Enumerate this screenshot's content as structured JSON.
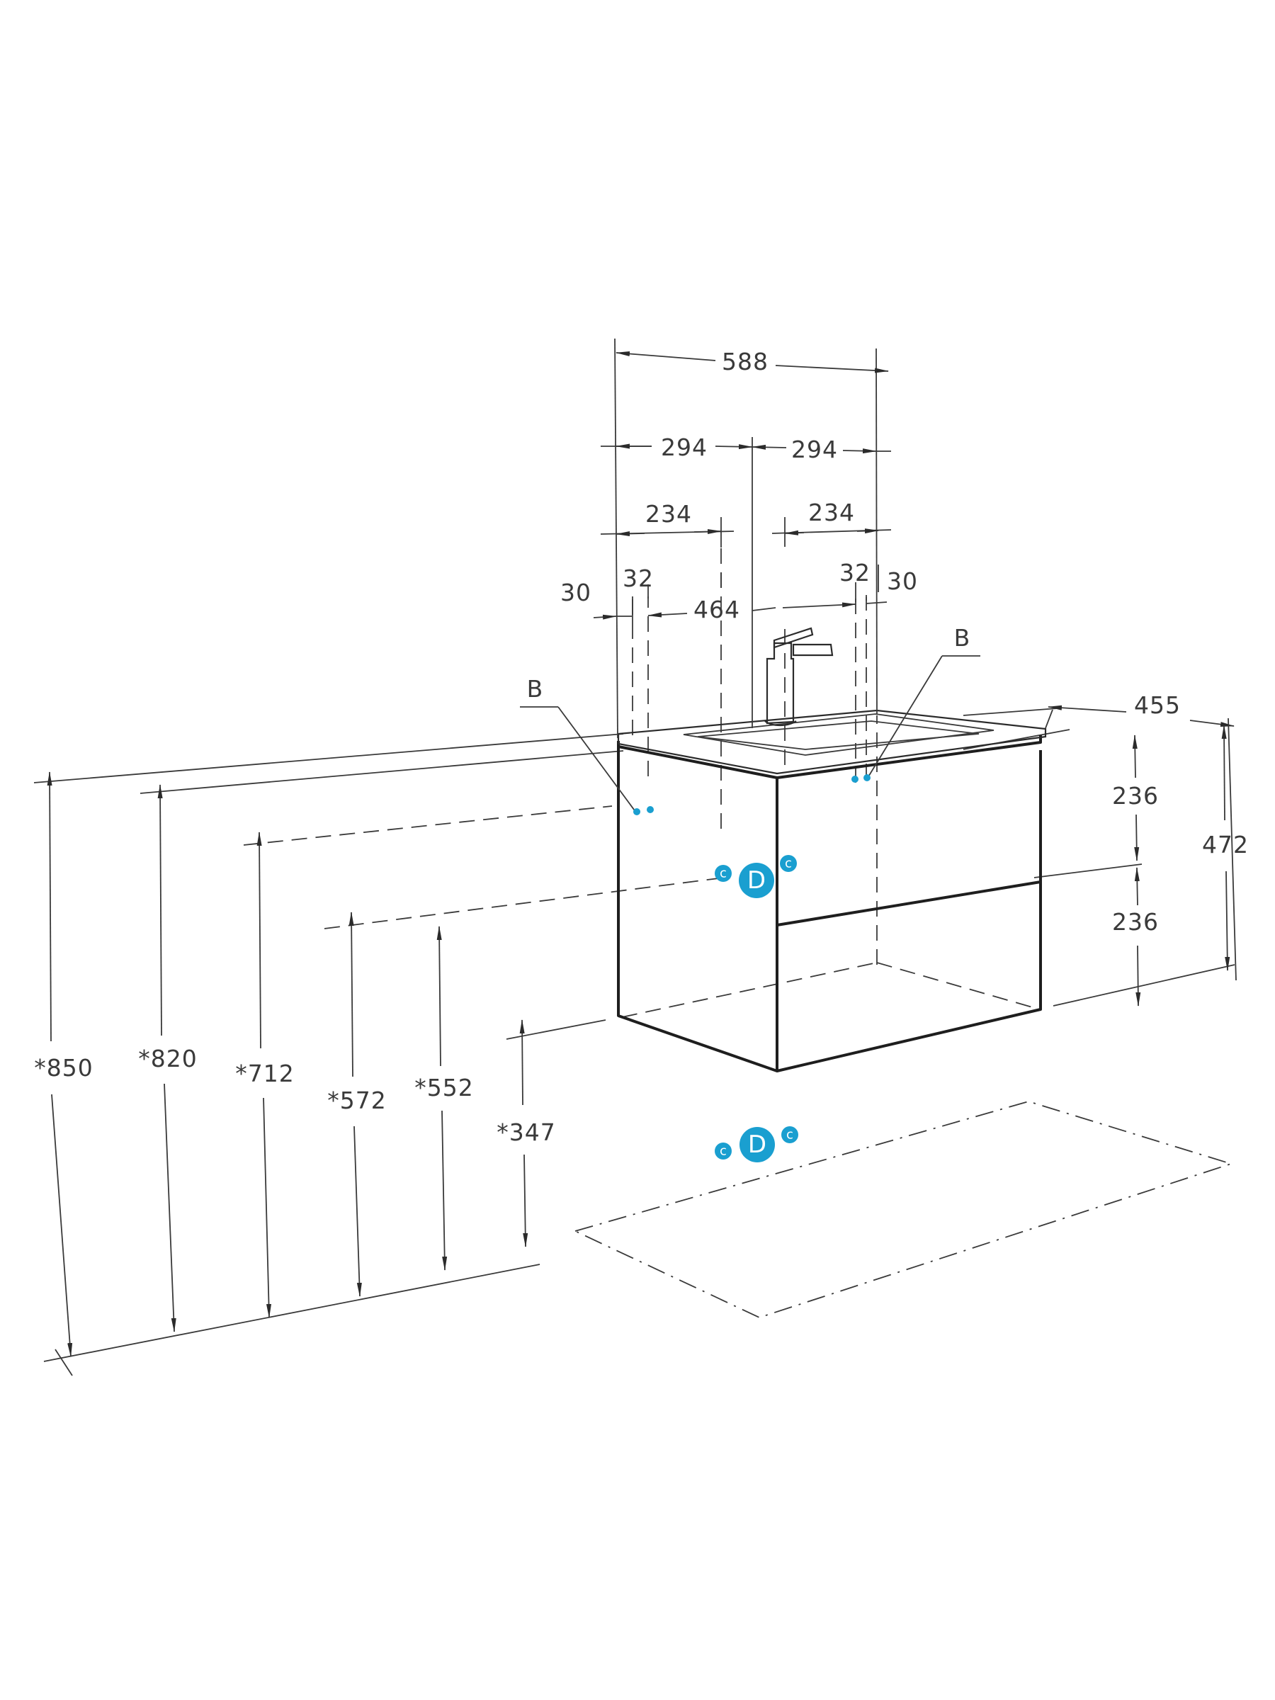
{
  "width_labels": {
    "total": "588",
    "half_left": "294",
    "half_right": "294",
    "inner_left": "234",
    "inner_right": "234",
    "span": "464",
    "edge_left": "30",
    "edge_right": "30",
    "hole_left": "32",
    "hole_right": "32"
  },
  "depth_label": "455",
  "height_labels": {
    "drawer_top": "236",
    "drawer_bottom": "236",
    "total": "472"
  },
  "floor_heights": [
    "*850",
    "*820",
    "*712",
    "*572",
    "*552",
    "*347"
  ],
  "callouts": {
    "left": "B",
    "right": "B"
  },
  "connector_labels": {
    "drain": "D",
    "cold": "c",
    "hot": "c"
  },
  "colors": {
    "line": "#2b2b2b",
    "connector": "#1a9fd0"
  }
}
